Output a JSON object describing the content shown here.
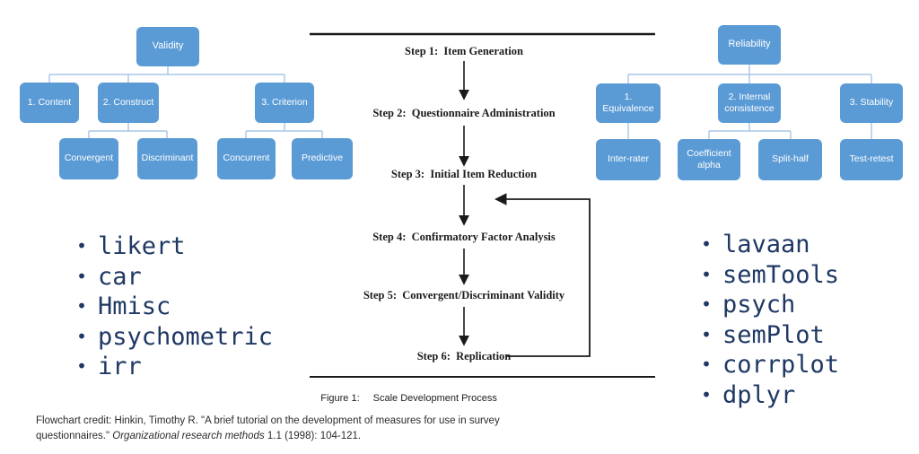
{
  "validity_tree": {
    "root": "Validity",
    "children": [
      {
        "label": "1. Content"
      },
      {
        "label": "2. Construct",
        "children": [
          "Convergent",
          "Discriminant"
        ]
      },
      {
        "label": "3. Criterion",
        "children": [
          "Concurrent",
          "Predictive"
        ]
      }
    ]
  },
  "reliability_tree": {
    "root": "Reliability",
    "children": [
      {
        "label": "1. Equivalence",
        "children": [
          "Inter-rater"
        ]
      },
      {
        "label": "2. Internal consistence",
        "children": [
          "Coefficient alpha",
          "Split-half"
        ]
      },
      {
        "label": "3. Stability",
        "children": [
          "Test-retest"
        ]
      }
    ]
  },
  "flowchart": {
    "steps": [
      "Step 1:  Item Generation",
      "Step 2:  Questionnaire Administration",
      "Step 3:  Initial Item Reduction",
      "Step 4:  Confirmatory Factor Analysis",
      "Step 5:  Convergent/Discriminant Validity",
      "Step 6:  Replication"
    ],
    "caption_label": "Figure 1:",
    "caption_title": "Scale Development Process"
  },
  "r_packages_left": [
    "likert",
    "car",
    "Hmisc",
    "psychometric",
    "irr"
  ],
  "r_packages_right": [
    "lavaan",
    "semTools",
    "psych",
    "semPlot",
    "corrplot",
    "dplyr"
  ],
  "credit": {
    "line1": "Flowchart credit: Hinkin, Timothy R. \"A brief tutorial on the development of measures for use in survey",
    "line2_pre": "questionnaires.\" ",
    "line2_italic": "Organizational research methods",
    "line2_post": " 1.1 (1998): 104-121."
  },
  "colors": {
    "box_blue": "#5b9bd5",
    "connector_blue": "#a9c6e8",
    "list_navy": "#1f3864",
    "flow_ink": "#1a1a1a"
  }
}
